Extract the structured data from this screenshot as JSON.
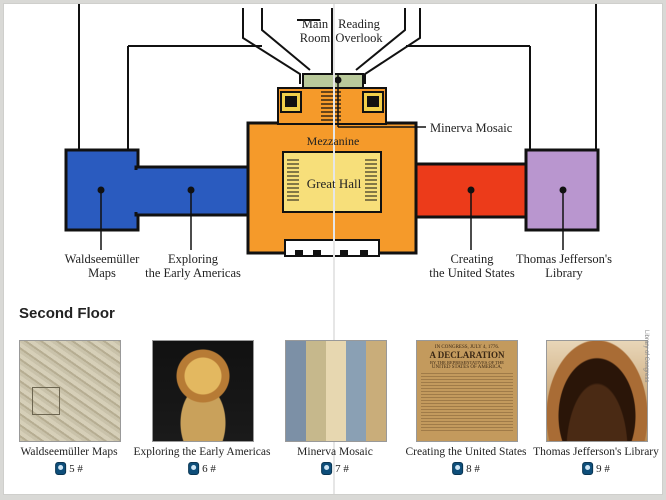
{
  "floor_plan": {
    "labels": {
      "main_room": "Main\nRoom",
      "reading_overlook": "Reading\nOverlook",
      "minerva_mosaic": "Minerva Mosaic",
      "mezzanine": "Mezzanine",
      "great_hall": "Great Hall",
      "waldseemuller": "Waldseemüller\nMaps",
      "exploring": "Exploring\nthe Early Americas",
      "creating": "Creating\nthe United States",
      "jefferson": "Thomas Jefferson's\nLibrary"
    },
    "colors": {
      "blue": "#2a5bbf",
      "orange": "#f59a2a",
      "yellow": "#f7df7a",
      "red": "#ec3b1a",
      "lavender": "#b996cf",
      "green": "#b9c99a",
      "elevator": "#f1cf4a"
    }
  },
  "section": {
    "title": "Second Floor"
  },
  "stops": [
    {
      "caption": "Waldseemüller Maps",
      "number": "5 #",
      "icon": "audio-guide-icon"
    },
    {
      "caption": "Exploring the Early Americas",
      "number": "6 #",
      "icon": "audio-guide-icon"
    },
    {
      "caption": "Minerva Mosaic",
      "number": "7 #",
      "icon": "audio-guide-icon"
    },
    {
      "caption": "Creating the United States",
      "number": "8 #",
      "icon": "audio-guide-icon"
    },
    {
      "caption": "Thomas Jefferson's Library",
      "number": "9 #",
      "icon": "audio-guide-icon"
    }
  ],
  "document_text": {
    "declaration_line1": "IN CONGRESS, JULY 4, 1776.",
    "declaration_line2": "A DECLARATION",
    "declaration_line3": "BY THE REPRESENTATIVES OF THE",
    "declaration_line4": "UNITED STATES OF AMERICA,"
  },
  "credit": "Library of Congress"
}
